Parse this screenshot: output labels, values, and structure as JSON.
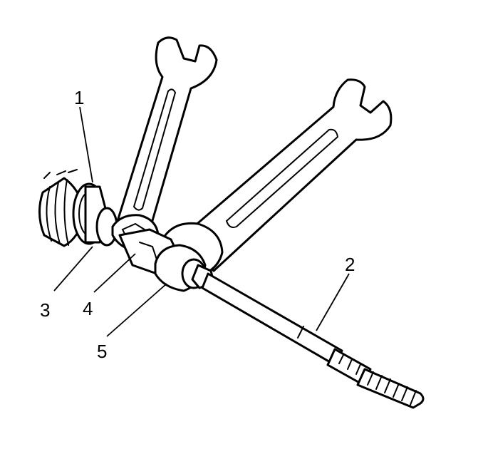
{
  "diagram": {
    "callouts": [
      {
        "id": "1",
        "label": "1"
      },
      {
        "id": "2",
        "label": "2"
      },
      {
        "id": "3",
        "label": "3"
      },
      {
        "id": "4",
        "label": "4"
      },
      {
        "id": "5",
        "label": "5"
      }
    ],
    "colors": {
      "ink": "#000000",
      "paper": "#ffffff"
    },
    "parts": [
      "rack-housing",
      "tie-rod",
      "inner-tie-rod-socket",
      "wrench-rear",
      "wrench-front",
      "jam-nut"
    ]
  }
}
